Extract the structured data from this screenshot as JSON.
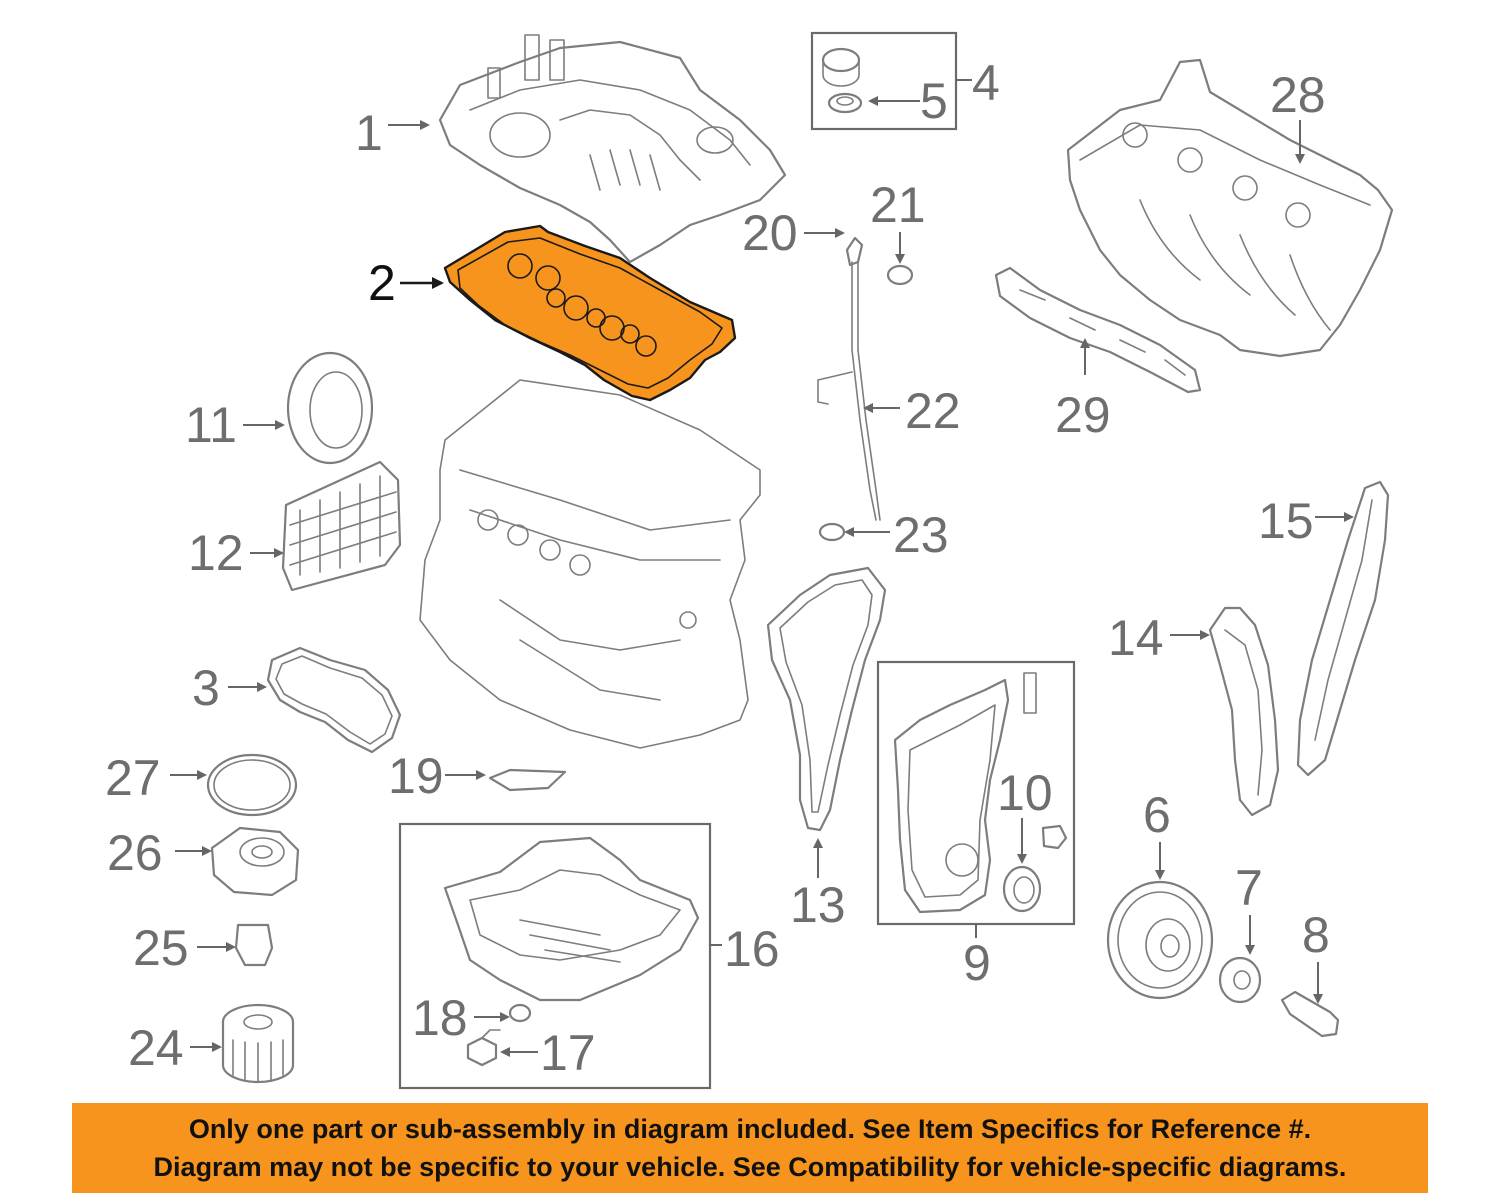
{
  "diagram": {
    "highlight_color": "#f7941d",
    "highlighted_part": "2",
    "callouts": [
      "1",
      "2",
      "3",
      "4",
      "5",
      "6",
      "7",
      "8",
      "9",
      "10",
      "11",
      "12",
      "13",
      "14",
      "15",
      "16",
      "17",
      "18",
      "19",
      "20",
      "21",
      "22",
      "23",
      "24",
      "25",
      "26",
      "27",
      "28",
      "29"
    ]
  },
  "notice": {
    "line1": "Only one part or sub-assembly in diagram included. See Item Specifics for Reference #.",
    "line2": "Diagram may not be specific to your vehicle. See Compatibility for vehicle-specific diagrams.",
    "background_color": "#f7941d"
  }
}
